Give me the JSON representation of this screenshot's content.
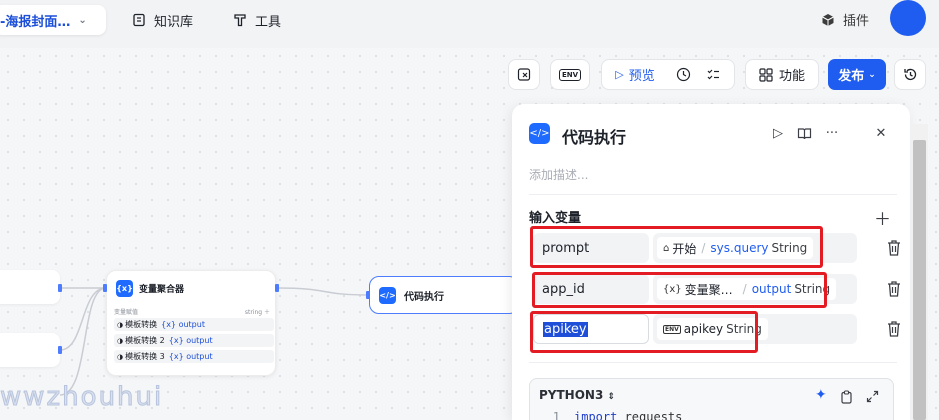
{
  "header": {
    "app_title": "-海报封面…",
    "nav": [
      {
        "label": "知识库",
        "icon": "book-icon"
      },
      {
        "label": "工具",
        "icon": "tool-icon"
      }
    ],
    "plugin_label": "插件"
  },
  "toolbar": {
    "env_label": "ENV",
    "preview_label": "预览",
    "features_label": "功能",
    "publish_label": "发布"
  },
  "canvas": {
    "aggregator_node": {
      "title": "变量聚合器",
      "sub_label": "变量赋值",
      "sub_type": "string",
      "rows": [
        {
          "source": "模板转换",
          "var": "{x} output"
        },
        {
          "source": "模板转换 2",
          "var": "{x} output"
        },
        {
          "source": "模板转换 3",
          "var": "{x} output"
        }
      ]
    },
    "code_node": {
      "title": "代码执行"
    }
  },
  "panel": {
    "title": "代码执行",
    "desc_placeholder": "添加描述...",
    "input_section_title": "输入变量",
    "inputs": [
      {
        "name": "prompt",
        "source": "开始",
        "var": "sys.query",
        "type": "String"
      },
      {
        "name": "app_id",
        "source": "变量聚…",
        "var": "output",
        "type": "String"
      },
      {
        "name": "apikey",
        "source_icon_label": "ENV",
        "var": "apikey",
        "type": "String"
      }
    ],
    "code_language": "PYTHON3",
    "code_lines": [
      {
        "num": "1",
        "kw": "import",
        "rest": " requests"
      }
    ]
  },
  "watermark": "wwzhouhui",
  "colors": {
    "primary": "#1f5cf0",
    "highlight": "#e31b23"
  }
}
